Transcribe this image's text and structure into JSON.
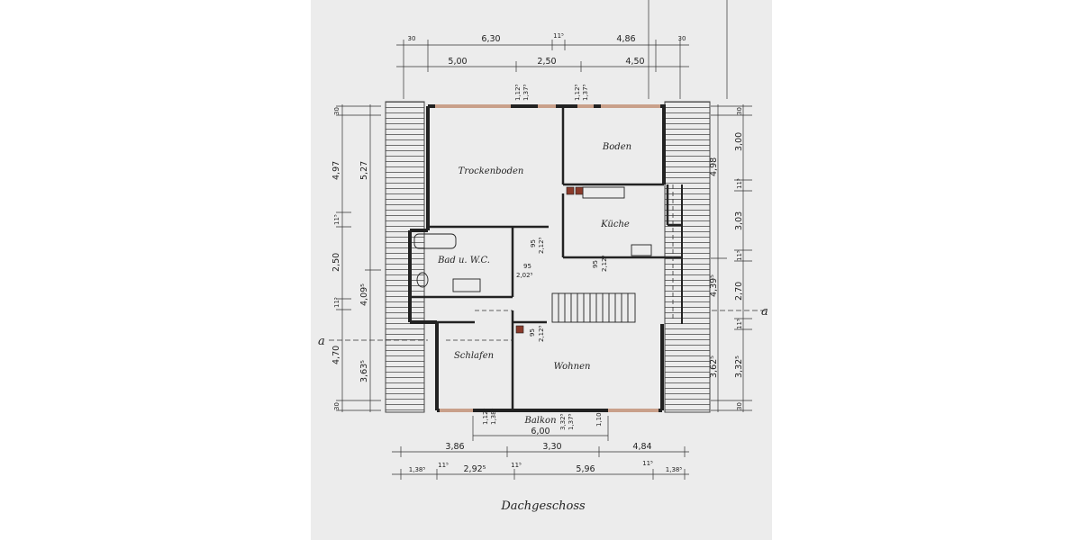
{
  "title": "Dachgeschoss",
  "rooms": {
    "trockenboden": "Trockenboden",
    "boden": "Boden",
    "kueche": "Küche",
    "bad": "Bad u. W.C.",
    "schlafen": "Schlafen",
    "wohnen": "Wohnen",
    "balkon": "Balkon"
  },
  "dims_top": {
    "row1": [
      "30",
      "6,30",
      "11⁵",
      "4,86",
      "30"
    ],
    "row2": [
      "5,00",
      "2,50",
      "4,50"
    ],
    "openings": [
      "1,12⁵",
      "1,37⁵",
      "1,12⁵",
      "1,37⁵"
    ]
  },
  "dims_left": {
    "outer": [
      "30",
      "4,97",
      "11⁵",
      "2,50",
      "11⁵",
      "4,70",
      "30"
    ],
    "inner": [
      "5,27",
      "4,09⁵",
      "3,63⁵"
    ],
    "axis": "a"
  },
  "dims_right": {
    "outer": [
      "30",
      "3,00",
      "11⁵",
      "3,03",
      "11⁵",
      "2,70",
      "11⁵",
      "3,32⁵",
      "30"
    ],
    "inner": [
      "4,98",
      "4,39⁵",
      "3,62⁵"
    ],
    "axis": "a"
  },
  "dims_interior": [
    "95",
    "2,12⁵",
    "95",
    "2,02⁵",
    "95",
    "2,12⁵",
    "95",
    "2,12⁵"
  ],
  "dims_balkon": {
    "width": "6,00",
    "openings": [
      "1,12⁵",
      "1,38⁵",
      "3,32⁵",
      "1,37⁵",
      "1,10"
    ]
  },
  "dims_bottom": {
    "row1": [
      "3,86",
      "3,30",
      "4,84"
    ],
    "row2": [
      "1,38⁵",
      "11⁵",
      "2,92⁵",
      "11⁵",
      "5,96",
      "11⁵",
      "1,38⁵"
    ]
  }
}
